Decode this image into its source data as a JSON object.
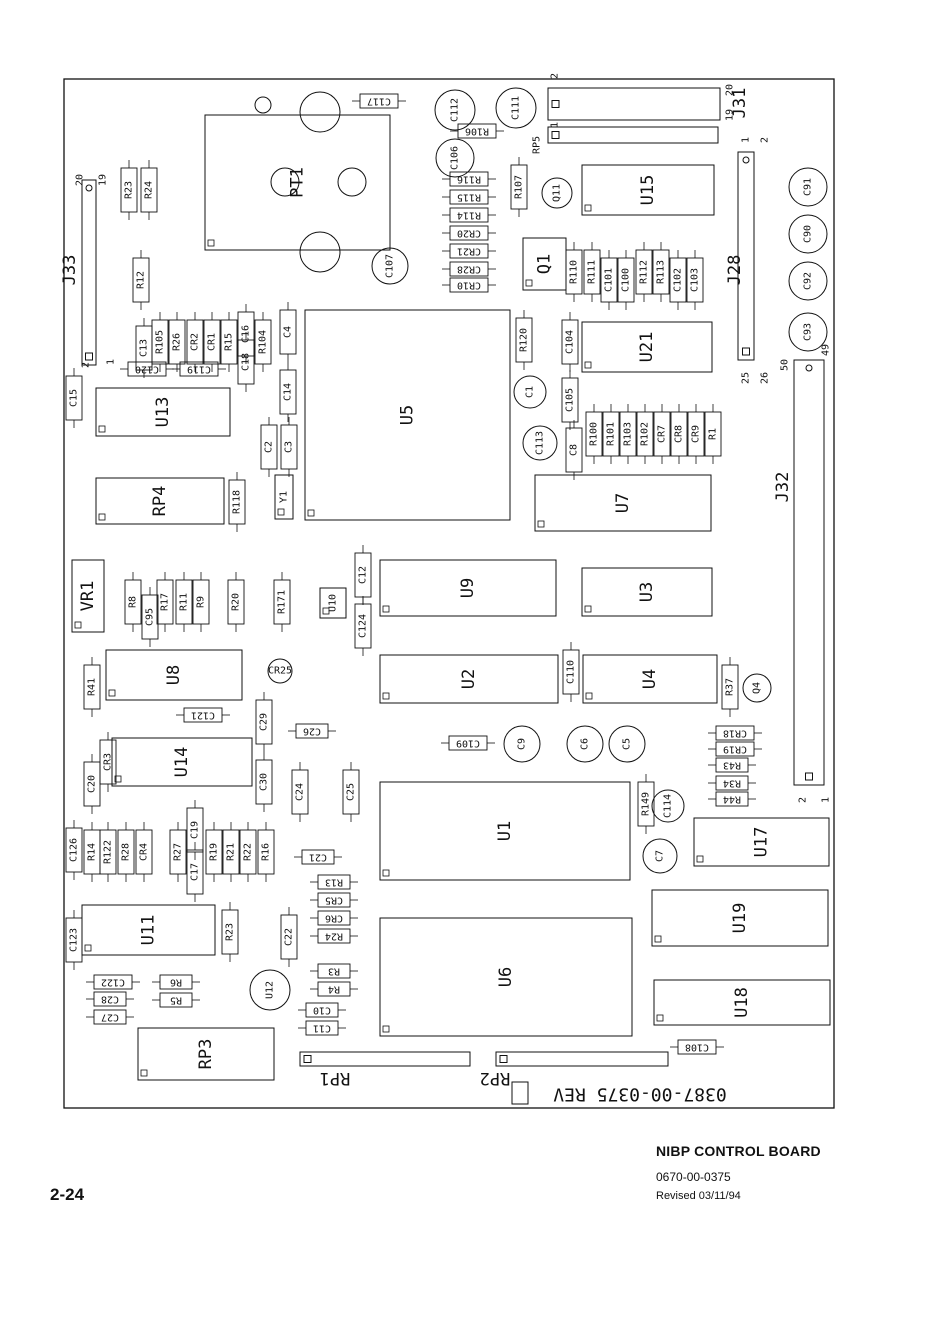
{
  "caption": {
    "title": "NIBP CONTROL BOARD",
    "part_number": "0670-00-0375",
    "revised": "Revised 03/11/94",
    "page": "2-24"
  },
  "board_marking": "0387-00-0375 REV",
  "components": {
    "ics": [
      "U1",
      "U2",
      "U3",
      "U4",
      "U5",
      "U6",
      "U7",
      "U8",
      "U9",
      "U10",
      "U11",
      "U12",
      "U13",
      "U14",
      "U15",
      "U17",
      "U18",
      "U19",
      "U21",
      "RP3",
      "RP4",
      "Y1",
      "VR1",
      "PT1",
      "Q1",
      "Q4",
      "Q11"
    ],
    "resistors": [
      "R1",
      "R3",
      "R4",
      "R6",
      "R8",
      "R9",
      "R11",
      "R12",
      "R13",
      "R14",
      "R15",
      "R16",
      "R17",
      "R19",
      "R20",
      "R21",
      "R22",
      "R23",
      "R24",
      "R26",
      "R27",
      "R28",
      "R34",
      "R37",
      "R41",
      "R43",
      "R44",
      "R100",
      "R101",
      "R102",
      "R103",
      "R104",
      "R105",
      "R106",
      "R107",
      "R110",
      "R111",
      "R112",
      "R113",
      "R114",
      "R115",
      "R116",
      "R118",
      "R120",
      "R122",
      "R149",
      "R171"
    ],
    "capacitors": [
      "C1",
      "C2",
      "C3",
      "C4",
      "C5",
      "C6",
      "C7",
      "C8",
      "C9",
      "C10",
      "C11",
      "C12",
      "C13",
      "C14",
      "C15",
      "C16",
      "C17",
      "C18",
      "C19",
      "C20",
      "C21",
      "C22",
      "C24",
      "C25",
      "C26",
      "C27",
      "C28",
      "C29",
      "C30",
      "C90",
      "C91",
      "C92",
      "C93",
      "C95",
      "C100",
      "C101",
      "C102",
      "C103",
      "C104",
      "C105",
      "C106",
      "C107",
      "C108",
      "C109",
      "C110",
      "C111",
      "C112",
      "C113",
      "C114",
      "C117",
      "C119",
      "C120",
      "C121",
      "C122",
      "C123",
      "C124",
      "C126"
    ],
    "diodes": [
      "CR1",
      "CR2",
      "CR3",
      "CR4",
      "CR5",
      "CR6",
      "CR7",
      "CR8",
      "CR9",
      "CR10",
      "CR18",
      "CR19",
      "CR20",
      "CR21",
      "CR25",
      "CR28"
    ],
    "connectors": [
      "J28",
      "J31",
      "J32",
      "J33",
      "RP1",
      "RP2",
      "RP5"
    ],
    "pin_numbers": [
      "1",
      "2",
      "19",
      "20",
      "25",
      "26",
      "49",
      "50"
    ]
  }
}
